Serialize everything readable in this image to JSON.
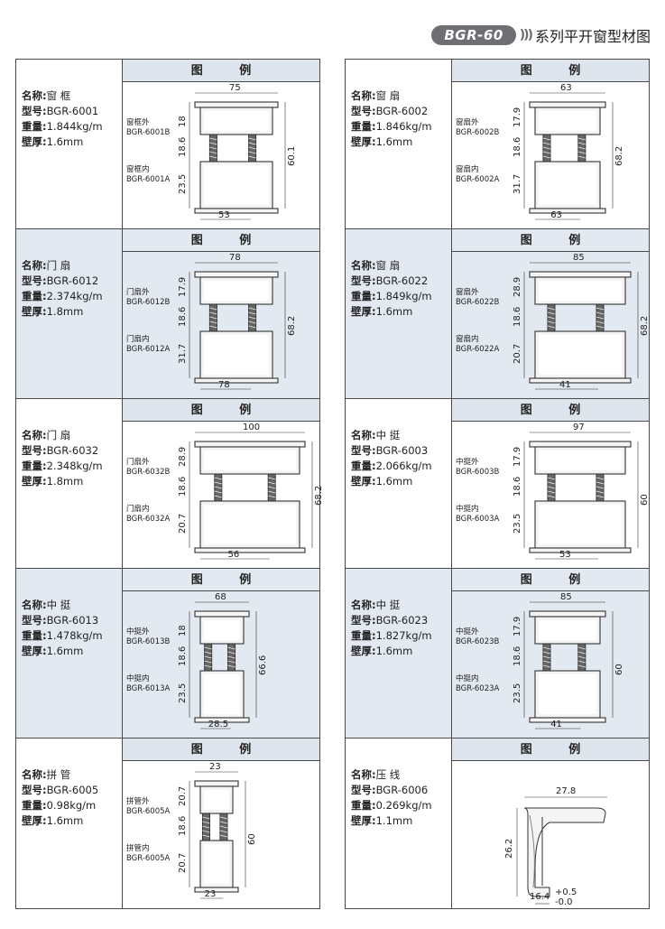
{
  "header": {
    "badge": "BGR-60",
    "chevrons": ")))",
    "title": "系列平开窗型材图"
  },
  "fig_label": "图 例",
  "info_labels": {
    "name": "名称:",
    "model": "型号:",
    "weight": "重量:",
    "wall": "壁厚:"
  },
  "rows": [
    {
      "left": {
        "name": "窗 框",
        "model": "BGR-6001",
        "weight": "1.844kg/m",
        "wall": "1.6mm",
        "parts": [
          "窗框外",
          "BGR-6001B",
          "窗框内",
          "BGR-6001A"
        ],
        "dims": [
          "75",
          "18",
          "18.6",
          "23.5",
          "60.1",
          "53"
        ]
      },
      "right": {
        "name": "窗 扇",
        "model": "BGR-6002",
        "weight": "1.846kg/m",
        "wall": "1.6mm",
        "parts": [
          "窗扇外",
          "BGR-6002B",
          "窗扇内",
          "BGR-6002A"
        ],
        "dims": [
          "63",
          "17.9",
          "18.6",
          "31.7",
          "68.2",
          "63"
        ]
      }
    },
    {
      "left": {
        "name": "门 扇",
        "model": "BGR-6012",
        "weight": "2.374kg/m",
        "wall": "1.8mm",
        "parts": [
          "门扇外",
          "BGR-6012B",
          "门扇内",
          "BGR-6012A"
        ],
        "dims": [
          "78",
          "17.9",
          "18.6",
          "31.7",
          "68.2",
          "78"
        ]
      },
      "right": {
        "name": "窗 扇",
        "model": "BGR-6022",
        "weight": "1.849kg/m",
        "wall": "1.6mm",
        "parts": [
          "窗扇外",
          "BGR-6022B",
          "窗扇内",
          "BGR-6022A"
        ],
        "dims": [
          "85",
          "28.9",
          "18.6",
          "20.7",
          "68.2",
          "41"
        ]
      }
    },
    {
      "left": {
        "name": "门 扇",
        "model": "BGR-6032",
        "weight": "2.348kg/m",
        "wall": "1.8mm",
        "parts": [
          "门扇外",
          "BGR-6032B",
          "门扇内",
          "BGR-6032A"
        ],
        "dims": [
          "100",
          "28.9",
          "18.6",
          "20.7",
          "68.2",
          "56"
        ]
      },
      "right": {
        "name": "中 挺",
        "model": "BGR-6003",
        "weight": "2.066kg/m",
        "wall": "1.6mm",
        "parts": [
          "中挺外",
          "BGR-6003B",
          "中挺内",
          "BGR-6003A"
        ],
        "dims": [
          "97",
          "17.9",
          "18.6",
          "23.5",
          "60",
          "53"
        ]
      }
    },
    {
      "left": {
        "name": "中 挺",
        "model": "BGR-6013",
        "weight": "1.478kg/m",
        "wall": "1.6mm",
        "parts": [
          "中挺外",
          "BGR-6013B",
          "中挺内",
          "BGR-6013A"
        ],
        "dims": [
          "68",
          "18",
          "18.6",
          "23.5",
          "66.6",
          "28.5"
        ]
      },
      "right": {
        "name": "中 挺",
        "model": "BGR-6023",
        "weight": "1.827kg/m",
        "wall": "1.6mm",
        "parts": [
          "中挺外",
          "BGR-6023B",
          "中挺内",
          "BGR-6023A"
        ],
        "dims": [
          "85",
          "17.9",
          "18.6",
          "23.5",
          "60",
          "41"
        ]
      }
    },
    {
      "left": {
        "name": "拼 管",
        "model": "BGR-6005",
        "weight": "0.98kg/m",
        "wall": "1.6mm",
        "parts": [
          "拼管外",
          "BGR-6005A",
          "拼管内",
          "BGR-6005A"
        ],
        "dims": [
          "23",
          "20.7",
          "18.6",
          "20.7",
          "60",
          "23"
        ]
      },
      "right": {
        "name": "压 线",
        "model": "BGR-6006",
        "weight": "0.269kg/m",
        "wall": "1.1mm",
        "parts": [],
        "dims": [
          "27.8",
          "26.2",
          "16.4",
          "+0.5",
          "-0.0"
        ]
      }
    }
  ]
}
